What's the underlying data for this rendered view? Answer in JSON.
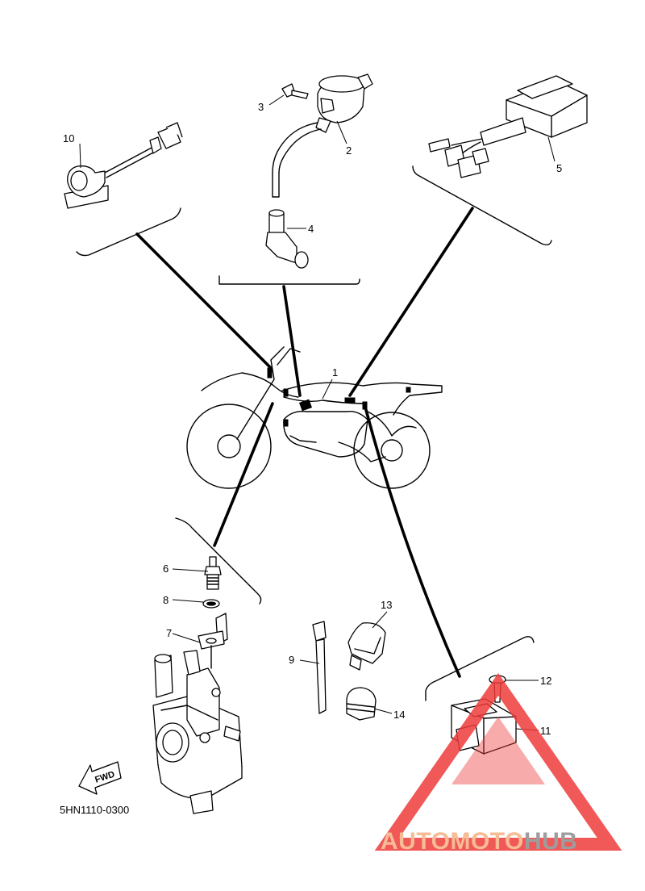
{
  "diagram": {
    "code": "5HN1110-0300",
    "fwd_label": "FWD",
    "watermark": {
      "part1": "AUTOMOTO",
      "part2": "HUB",
      "color_primary": "#f5b183",
      "color_secondary": "#8c8c8c",
      "triangle_color": "#ef3b3b"
    },
    "parts": [
      {
        "num": "1"
      },
      {
        "num": "2"
      },
      {
        "num": "3"
      },
      {
        "num": "4"
      },
      {
        "num": "5"
      },
      {
        "num": "6"
      },
      {
        "num": "7"
      },
      {
        "num": "8"
      },
      {
        "num": "9"
      },
      {
        "num": "10"
      },
      {
        "num": "11"
      },
      {
        "num": "12"
      },
      {
        "num": "13"
      },
      {
        "num": "14"
      }
    ]
  }
}
